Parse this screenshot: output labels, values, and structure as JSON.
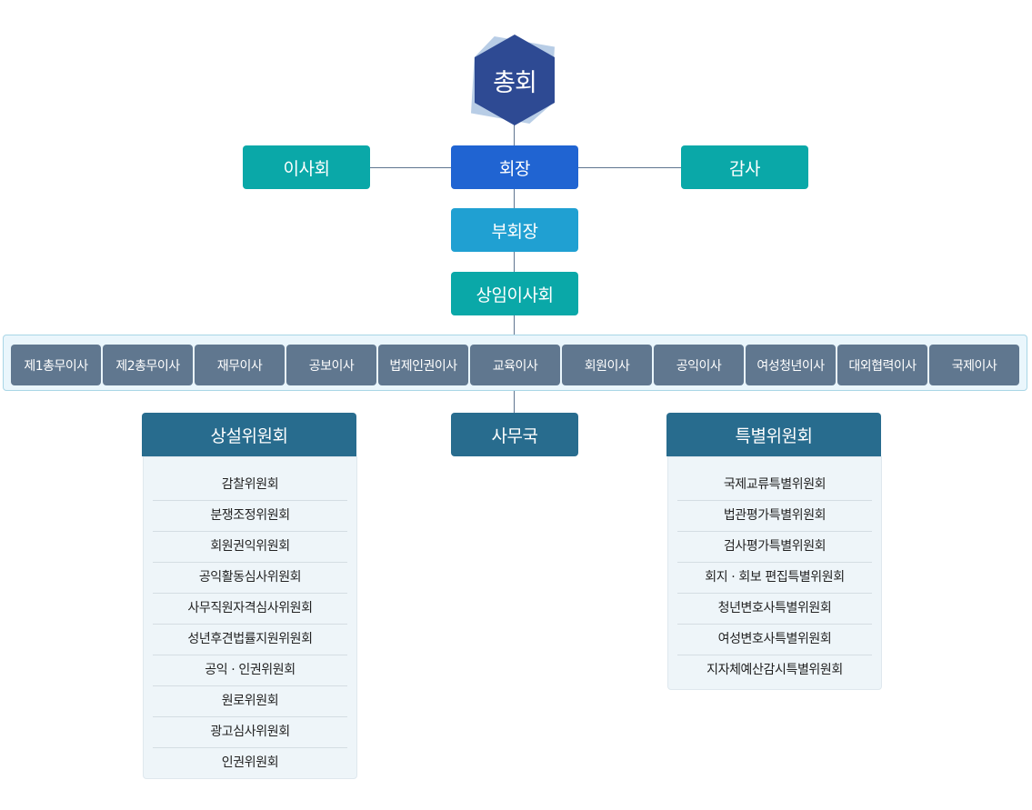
{
  "diagram": {
    "top": {
      "label": "총회",
      "color": "#2e4a93"
    },
    "president": {
      "label": "회장",
      "color": "#2064d2"
    },
    "board_of_directors": {
      "label": "이사회",
      "color": "#0aa8a8"
    },
    "auditor": {
      "label": "감사",
      "color": "#0aa8a8"
    },
    "vice_president": {
      "label": "부회장",
      "color": "#20a0d2"
    },
    "standing_board": {
      "label": "상임이사회",
      "color": "#0aa8a8"
    },
    "directors": [
      {
        "label": "제1총무이사"
      },
      {
        "label": "제2총무이사"
      },
      {
        "label": "재무이사"
      },
      {
        "label": "공보이사"
      },
      {
        "label": "법제인권이사"
      },
      {
        "label": "교육이사"
      },
      {
        "label": "회원이사"
      },
      {
        "label": "공익이사"
      },
      {
        "label": "여성청년이사"
      },
      {
        "label": "대외협력이사"
      },
      {
        "label": "국제이사"
      }
    ],
    "secretariat": {
      "label": "사무국",
      "color": "#286c8e"
    },
    "standing_committees": {
      "title": "상설위원회",
      "items": [
        "감찰위원회",
        "분쟁조정위원회",
        "회원권익위원회",
        "공익활동심사위원회",
        "사무직원자격심사위원회",
        "성년후견법률지원위원회",
        "공익 · 인권위원회",
        "원로위원회",
        "광고심사위원회",
        "인권위원회"
      ]
    },
    "special_committees": {
      "title": "특별위원회",
      "items": [
        "국제교류특별위원회",
        "법관평가특별위원회",
        "검사평가특별위원회",
        "회지 · 회보 편집특별위원회",
        "청년변호사특별위원회",
        "여성변호사특별위원회",
        "지자체예산감시특별위원회"
      ]
    },
    "colors": {
      "teal": "#0aa8a8",
      "director_gray": "#60778f",
      "connector": "#5f7590",
      "panel_bg": "#eef5f9",
      "board_strip_bg": "#eaf6fc"
    }
  }
}
